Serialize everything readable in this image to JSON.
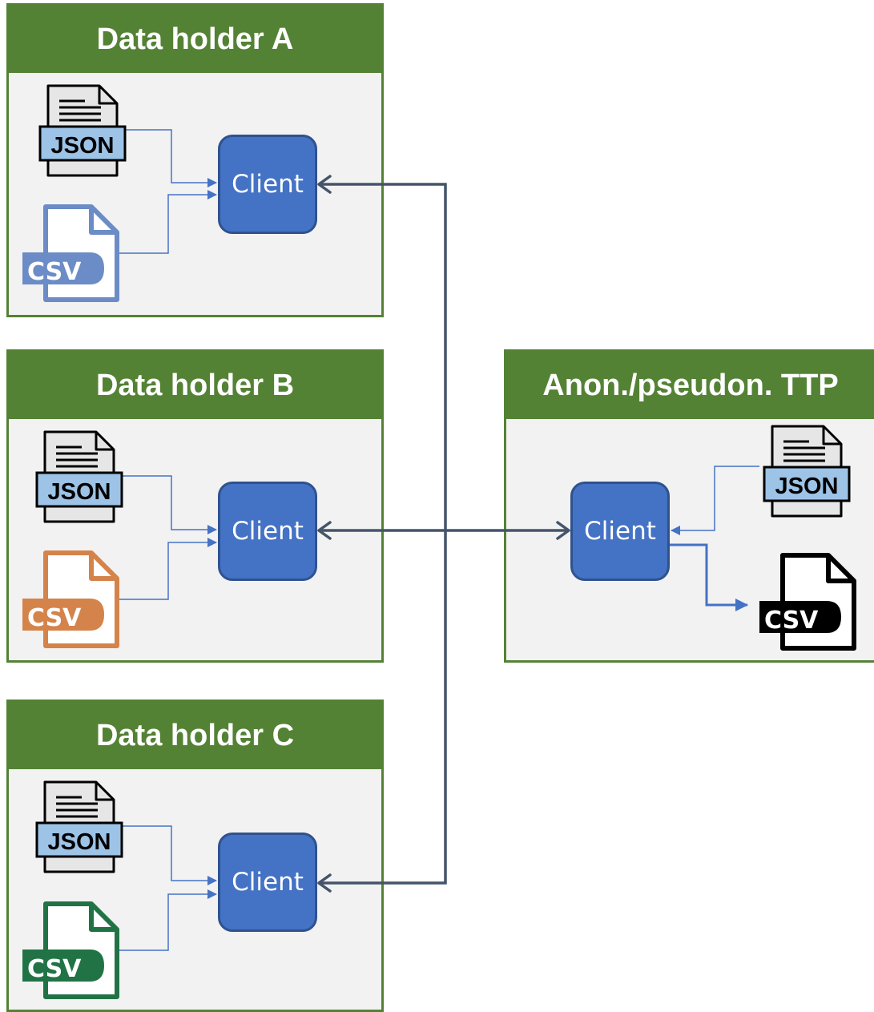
{
  "panels": {
    "a": {
      "title": "Data holder A",
      "client": "Client",
      "json_label": "JSON",
      "csv_label": "CSV",
      "csv_color": "#6b8cc6"
    },
    "b": {
      "title": "Data holder B",
      "client": "Client",
      "json_label": "JSON",
      "csv_label": "CSV",
      "csv_color": "#d4834a"
    },
    "c": {
      "title": "Data holder C",
      "client": "Client",
      "json_label": "JSON",
      "csv_label": "CSV",
      "csv_color": "#217346"
    },
    "ttp": {
      "title": "Anon./pseudon. TTP",
      "client": "Client",
      "json_label": "JSON",
      "csv_label": "CSV",
      "csv_color": "#000000"
    }
  },
  "colors": {
    "panel_green": "#548235",
    "panel_body": "#f2f2f2",
    "client_blue": "#4472c4",
    "client_border": "#2f528f",
    "connector_dark": "#44546a",
    "connector_light": "#4472c4",
    "json_blue": "#9dc3e6"
  },
  "icons": [
    "json-file-icon",
    "csv-file-icon"
  ]
}
